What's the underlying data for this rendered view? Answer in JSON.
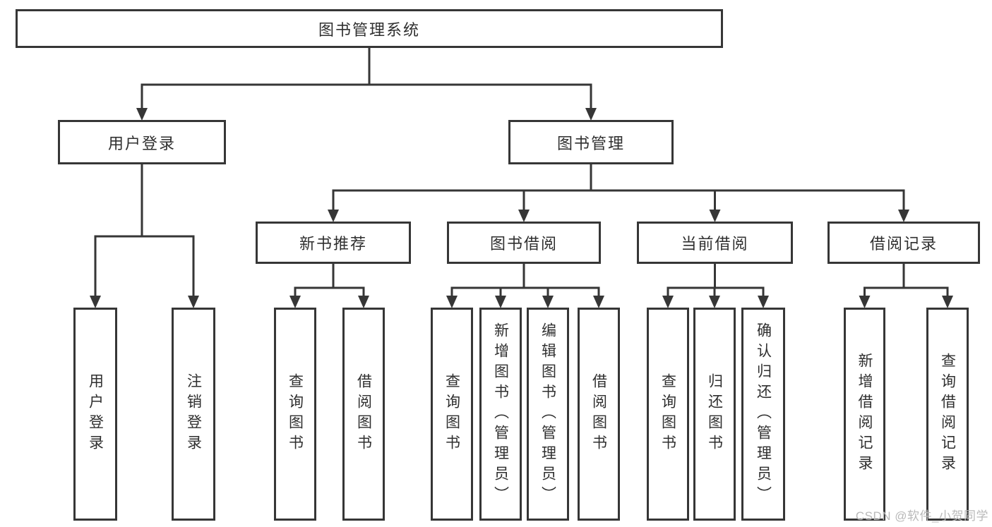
{
  "diagram": {
    "title": "图书管理系统",
    "type": "hierarchy-tree",
    "colors": {
      "line": "#363636",
      "box_border": "#363636",
      "box_fill": "#ffffff",
      "text": "#2f2f2f",
      "watermark": "#b9b9b9",
      "background": "#ffffff"
    },
    "nodes": [
      {
        "id": "system",
        "label": "图书管理系统",
        "parent": null,
        "orientation": "horizontal"
      },
      {
        "id": "login",
        "label": "用户登录",
        "parent": "system",
        "orientation": "horizontal"
      },
      {
        "id": "bookmgmt",
        "label": "图书管理",
        "parent": "system",
        "orientation": "horizontal"
      },
      {
        "id": "newbook",
        "label": "新书推荐",
        "parent": "bookmgmt",
        "orientation": "horizontal"
      },
      {
        "id": "borrow",
        "label": "图书借阅",
        "parent": "bookmgmt",
        "orientation": "horizontal"
      },
      {
        "id": "current",
        "label": "当前借阅",
        "parent": "bookmgmt",
        "orientation": "horizontal"
      },
      {
        "id": "records",
        "label": "借阅记录",
        "parent": "bookmgmt",
        "orientation": "horizontal"
      },
      {
        "id": "user_login",
        "label": "用户登录",
        "parent": "login",
        "orientation": "vertical"
      },
      {
        "id": "logout",
        "label": "注销登录",
        "parent": "login",
        "orientation": "vertical"
      },
      {
        "id": "nb_query",
        "label": "查询图书",
        "parent": "newbook",
        "orientation": "vertical"
      },
      {
        "id": "nb_borrow",
        "label": "借阅图书",
        "parent": "newbook",
        "orientation": "vertical"
      },
      {
        "id": "bw_query",
        "label": "查询图书",
        "parent": "borrow",
        "orientation": "vertical"
      },
      {
        "id": "bw_add",
        "label": "新增图书（管理员）",
        "parent": "borrow",
        "orientation": "vertical"
      },
      {
        "id": "bw_edit",
        "label": "编辑图书（管理员）",
        "parent": "borrow",
        "orientation": "vertical"
      },
      {
        "id": "bw_borrow",
        "label": "借阅图书",
        "parent": "borrow",
        "orientation": "vertical"
      },
      {
        "id": "cur_query",
        "label": "查询图书",
        "parent": "current",
        "orientation": "vertical"
      },
      {
        "id": "cur_return",
        "label": "归还图书",
        "parent": "current",
        "orientation": "vertical"
      },
      {
        "id": "cur_confirm",
        "label": "确认归还（管理员）",
        "parent": "current",
        "orientation": "vertical"
      },
      {
        "id": "rec_add",
        "label": "新增借阅记录",
        "parent": "records",
        "orientation": "vertical"
      },
      {
        "id": "rec_query",
        "label": "查询借阅记录",
        "parent": "records",
        "orientation": "vertical"
      }
    ]
  },
  "watermark": {
    "text": "CSDN @软件_小贺同学"
  }
}
